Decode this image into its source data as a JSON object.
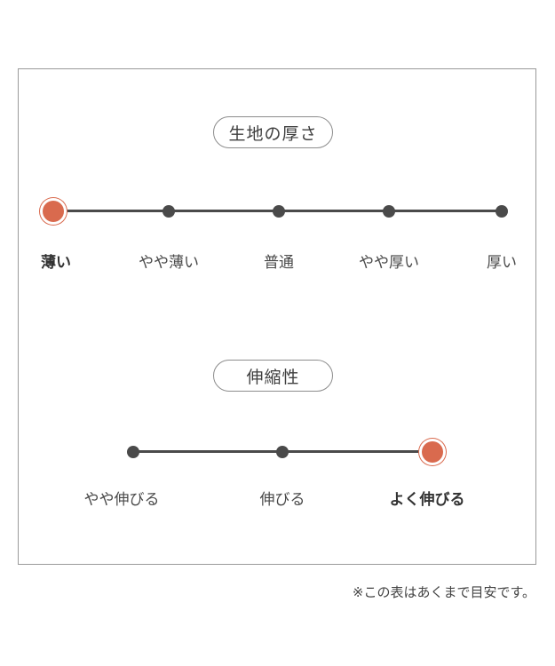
{
  "accent_color": "#d96a4e",
  "thickness": {
    "title": "生地の厚さ",
    "levels": [
      "薄い",
      "やや薄い",
      "普通",
      "やや厚い",
      "厚い"
    ],
    "selected_index": 0
  },
  "stretch": {
    "title": "伸縮性",
    "levels": [
      "やや伸びる",
      "伸びる",
      "よく伸びる"
    ],
    "selected_index": 2
  },
  "note": "※この表はあくまで目安です。"
}
